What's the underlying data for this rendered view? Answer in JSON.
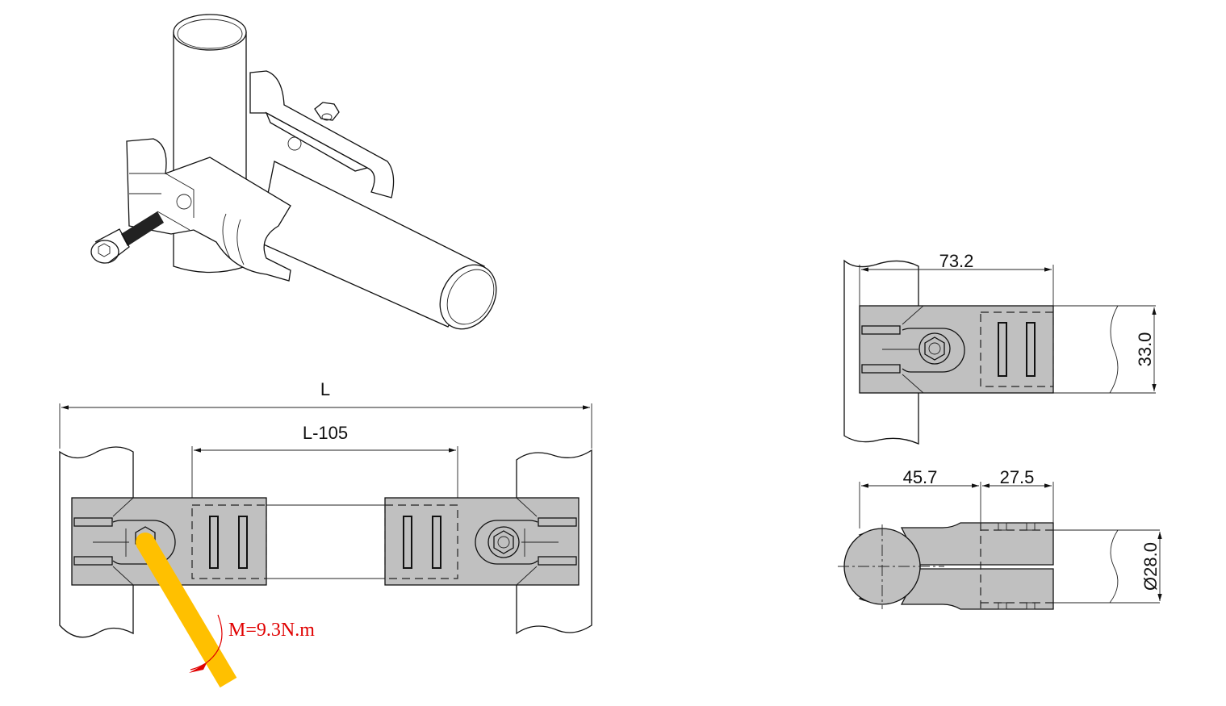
{
  "colors": {
    "part_fill": "#c0c0c0",
    "wrench": "#FFC000",
    "torque": "#e00000"
  },
  "isometric_view": {
    "label": "isometric-clamp-assembly"
  },
  "front_view": {
    "dim_overall": "L",
    "dim_inner": "L-105",
    "torque_label": "M=9.3N.m"
  },
  "top_right_view": {
    "dim_width": "73.2",
    "dim_height": "33.0"
  },
  "side_view": {
    "dim_body": "45.7",
    "dim_socket": "27.5",
    "dim_diameter": "Ø28.0"
  }
}
